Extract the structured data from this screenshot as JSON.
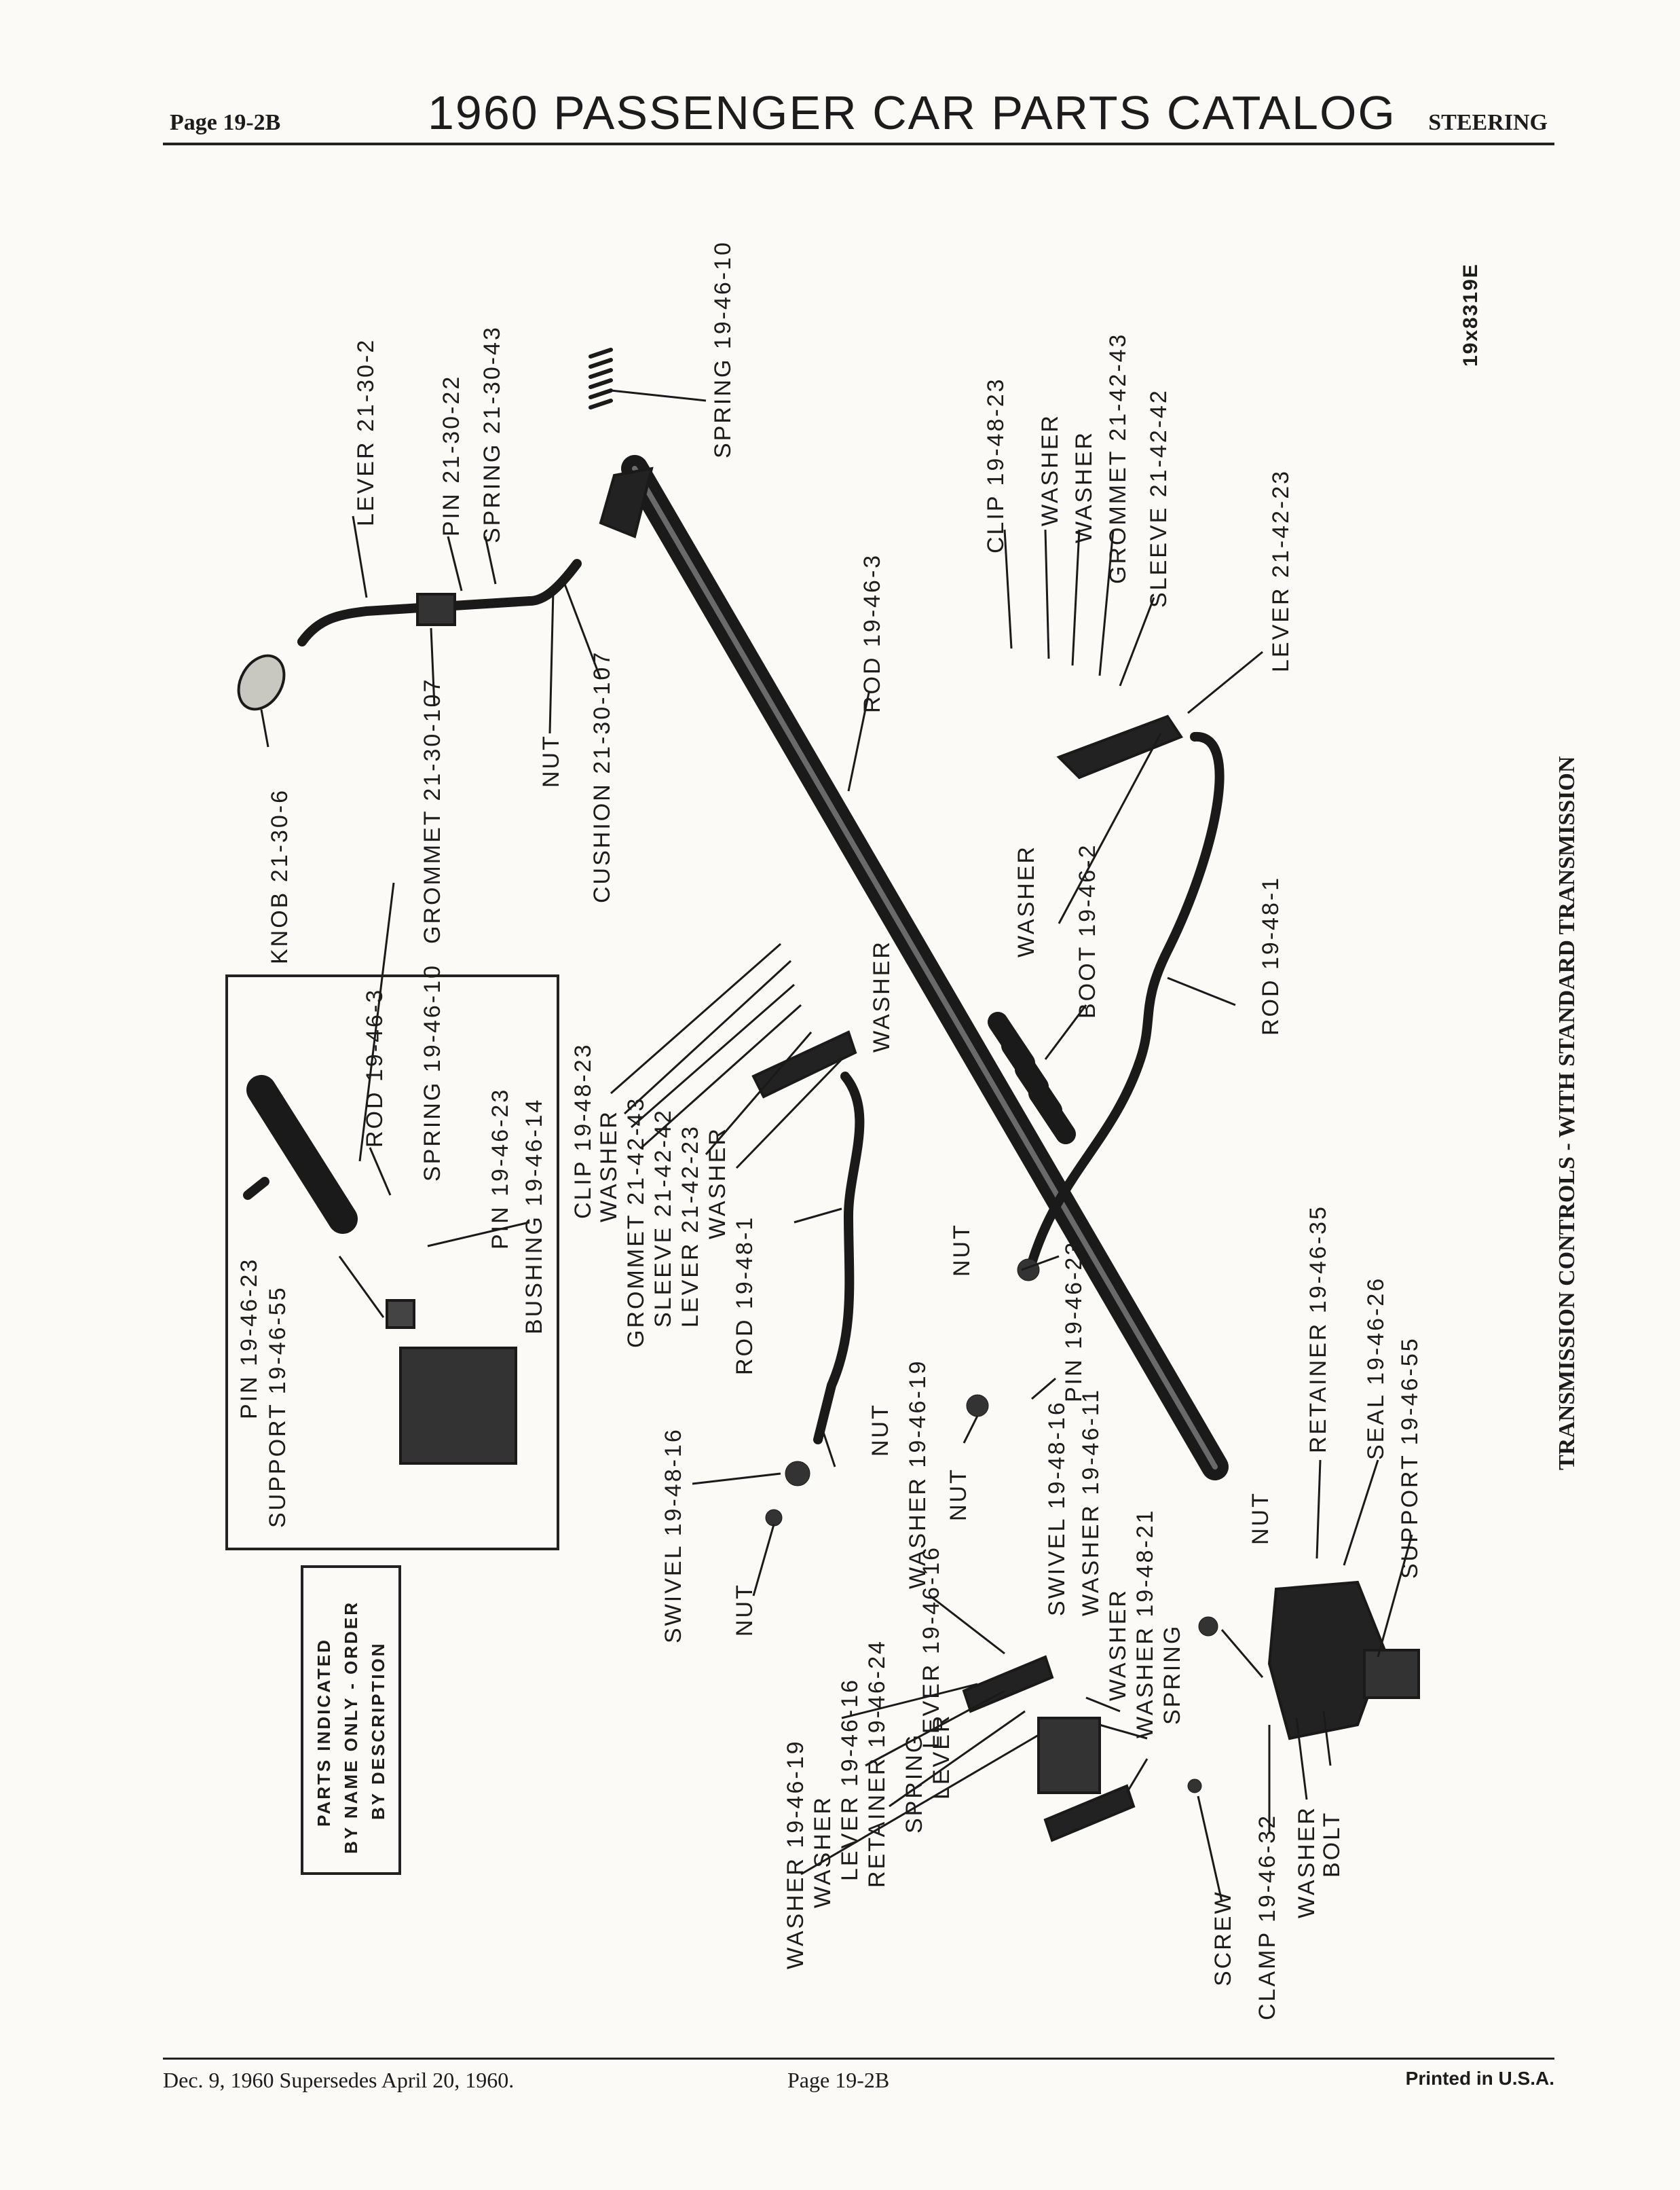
{
  "header": {
    "page": "Page 19-2B",
    "title": "1960 PASSENGER CAR PARTS CATALOG",
    "section": "STEERING"
  },
  "footer": {
    "date": "Dec. 9, 1960 Supersedes April 20, 1960.",
    "page": "Page 19-2B",
    "printed": "Printed in U.S.A."
  },
  "side_title": "TRANSMISSION CONTROLS - WITH STANDARD TRANSMISSION",
  "drawing_code": "19x8319E",
  "note": {
    "line1": "PARTS INDICATED",
    "line2": "BY NAME ONLY - ORDER",
    "line3": "BY DESCRIPTION"
  },
  "labels": {
    "lever_21_30_2": "LEVER 21-30-2",
    "pin_21_30_22": "PIN 21-30-22",
    "spring_21_30_43": "SPRING 21-30-43",
    "knob_21_30_6": "KNOB 21-30-6",
    "grommet_21_30_107": "GROMMET 21-30-107",
    "nut_upper": "NUT",
    "cushion_21_30_107": "CUSHION 21-30-107",
    "spring_19_46_10": "SPRING 19-46-10",
    "rod_19_46_3": "ROD 19-46-3",
    "clip_19_48_23_r": "CLIP 19-48-23",
    "washer_r1": "WASHER",
    "washer_r2": "WASHER",
    "grommet_21_42_43_r": "GROMMET 21-42-43",
    "sleeve_21_42_42_r": "SLEEVE 21-42-42",
    "lever_21_42_23_r": "LEVER 21-42-23",
    "washer_r3": "WASHER",
    "boot_19_46_2": "BOOT 19-46-2",
    "rod_19_48_1_r": "ROD 19-48-1",
    "inset_rod": "ROD 19-46-3",
    "inset_spring": "SPRING 19-46-10",
    "inset_pin": "PIN 19-46-23",
    "inset_bushing": "BUSHING 19-46-14",
    "inset_pin_b": "PIN 19-46-23",
    "inset_support": "SUPPORT 19-46-55",
    "clip_19_48_23_m": "CLIP 19-48-23",
    "washer_m1": "WASHER",
    "grommet_21_42_43_m": "GROMMET 21-42-43",
    "sleeve_21_42_42_m": "SLEEVE 21-42-42",
    "lever_21_42_23_m": "LEVER 21-42-23",
    "washer_m2": "WASHER",
    "washer_m3": "WASHER",
    "rod_19_48_1_m": "ROD 19-48-1",
    "nut_mid": "NUT",
    "nut_rod": "NUT",
    "swivel_19_48_16_l": "SWIVEL 19-48-16",
    "nut_swivel": "NUT",
    "pin_19_46_23_c": "PIN 19-46-23",
    "swivel_19_48_16_c": "SWIVEL 19-48-16",
    "washer_19_46_11": "WASHER 19-46-11",
    "nut_c": "NUT",
    "washer_19_46_19_c": "WASHER 19-46-19",
    "lever_19_46_16_c": "LEVER 19-46-16",
    "washer_c1": "WASHER",
    "washer_19_48_21": "WASHER 19-48-21",
    "spring_c": "SPRING",
    "lever_c2": "LEVER",
    "spring_c2": "SPRING",
    "retainer_19_46_24": "RETAINER 19-46-24",
    "lever_19_46_16_b": "LEVER 19-46-16",
    "washer_b": "WASHER",
    "washer_19_46_19_b": "WASHER 19-46-19",
    "retainer_19_46_35": "RETAINER 19-46-35",
    "seal_19_46_26": "SEAL 19-46-26",
    "support_19_46_55": "SUPPORT 19-46-55",
    "nut_support": "NUT",
    "screw": "SCREW",
    "clamp_19_46_32": "CLAMP 19-46-32",
    "washer_clamp": "WASHER",
    "bolt": "BOLT"
  }
}
